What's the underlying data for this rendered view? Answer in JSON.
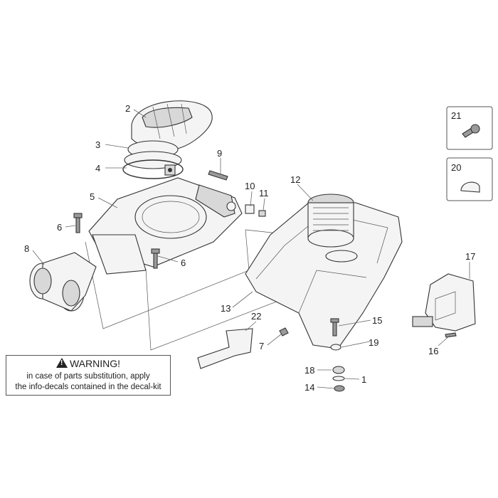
{
  "diagram": {
    "callouts": [
      {
        "id": "c2",
        "label": "2"
      },
      {
        "id": "c3",
        "label": "3"
      },
      {
        "id": "c4",
        "label": "4"
      },
      {
        "id": "c5",
        "label": "5"
      },
      {
        "id": "c6a",
        "label": "6"
      },
      {
        "id": "c6b",
        "label": "6"
      },
      {
        "id": "c8",
        "label": "8"
      },
      {
        "id": "c9",
        "label": "9"
      },
      {
        "id": "c10",
        "label": "10"
      },
      {
        "id": "c11",
        "label": "11"
      },
      {
        "id": "c12",
        "label": "12"
      },
      {
        "id": "c13",
        "label": "13"
      },
      {
        "id": "c7",
        "label": "7"
      },
      {
        "id": "c22",
        "label": "22"
      },
      {
        "id": "c15",
        "label": "15"
      },
      {
        "id": "c19",
        "label": "19"
      },
      {
        "id": "c18",
        "label": "18"
      },
      {
        "id": "c1",
        "label": "1"
      },
      {
        "id": "c14",
        "label": "14"
      },
      {
        "id": "c16",
        "label": "16"
      },
      {
        "id": "c17",
        "label": "17"
      },
      {
        "id": "c20",
        "label": "20"
      },
      {
        "id": "c21",
        "label": "21"
      }
    ]
  },
  "warning": {
    "title": "WARNING!",
    "line1": "in case of parts substitution, apply",
    "line2": "the info-decals contained in the decal-kit"
  }
}
